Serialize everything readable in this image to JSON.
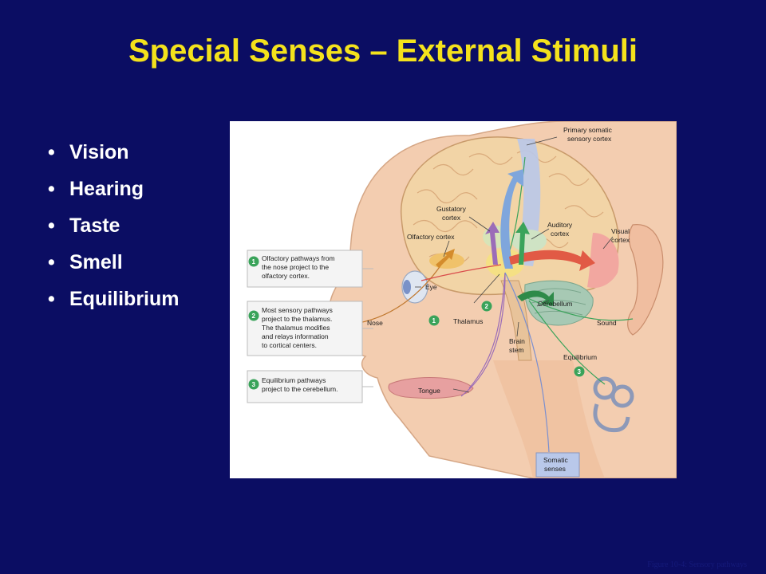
{
  "slide": {
    "title": "Special Senses – External Stimuli",
    "bullet_char": "•",
    "bullets": [
      "Vision",
      "Hearing",
      "Taste",
      "Smell",
      "Equilibrium"
    ],
    "caption": "Figure 10-4: Sensory pathways"
  },
  "figure": {
    "labels": {
      "primary_somatic": [
        "Primary somatic",
        "sensory cortex"
      ],
      "gustatory": [
        "Gustatory",
        "cortex"
      ],
      "auditory": [
        "Auditory",
        "cortex"
      ],
      "visual": [
        "Visual",
        "cortex"
      ],
      "olfactory": "Olfactory cortex",
      "eye": "Eye",
      "nose": "Nose",
      "thalamus": "Thalamus",
      "cerebellum": "Cerebellum",
      "sound": "Sound",
      "brain_stem": [
        "Brain",
        "stem"
      ],
      "equilibrium": "Equilibrium",
      "tongue": "Tongue",
      "somatic_senses": [
        "Somatic",
        "senses"
      ]
    },
    "numbers": [
      "1",
      "2",
      "3"
    ],
    "boxes": [
      {
        "num": "1",
        "lines": [
          "Olfactory pathways from",
          "the nose project to the",
          "olfactory cortex."
        ]
      },
      {
        "num": "2",
        "lines": [
          "Most sensory pathways",
          "project to the thalamus.",
          "The thalamus modifies",
          "and relays information",
          "to cortical centers."
        ]
      },
      {
        "num": "3",
        "lines": [
          "Equilibrium pathways",
          "project to the cerebellum."
        ]
      }
    ],
    "colors": {
      "background": "#0b0d63",
      "title": "#f4e21c",
      "skin": "#f3cdb0",
      "brain": "#f2d4a6",
      "somatic_cortex": "#b9c8ea",
      "visual_cortex": "#f2a7a0",
      "step_marker": "#3aa35a"
    }
  }
}
